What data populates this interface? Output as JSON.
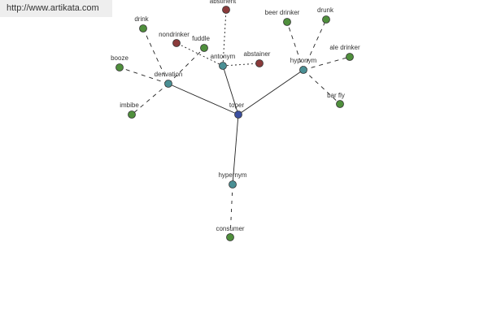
{
  "banner": {
    "url": "http://www.artikata.com"
  },
  "colors": {
    "center": "#3b4fa0",
    "relation": "#4a8f94",
    "leaf": "#4f8f3c",
    "antonym_leaf": "#8a3a3a",
    "edge": "#222222"
  },
  "graph": {
    "center": {
      "id": "toper",
      "label": "toper"
    },
    "relations": [
      {
        "id": "derivation",
        "label": "derivation",
        "children": [
          {
            "label": "drink"
          },
          {
            "label": "booze"
          },
          {
            "label": "imbibe"
          },
          {
            "label": "fuddle"
          }
        ]
      },
      {
        "id": "antonym",
        "label": "antonym",
        "children": [
          {
            "label": "abstinent"
          },
          {
            "label": "nondrinker"
          },
          {
            "label": "abstainer"
          }
        ]
      },
      {
        "id": "hyponym",
        "label": "hyponym",
        "children": [
          {
            "label": "beer drinker"
          },
          {
            "label": "drunk"
          },
          {
            "label": "ale drinker"
          },
          {
            "label": "bar fly"
          }
        ]
      },
      {
        "id": "hypernym",
        "label": "hypernym",
        "children": [
          {
            "label": "consumer"
          }
        ]
      }
    ]
  }
}
